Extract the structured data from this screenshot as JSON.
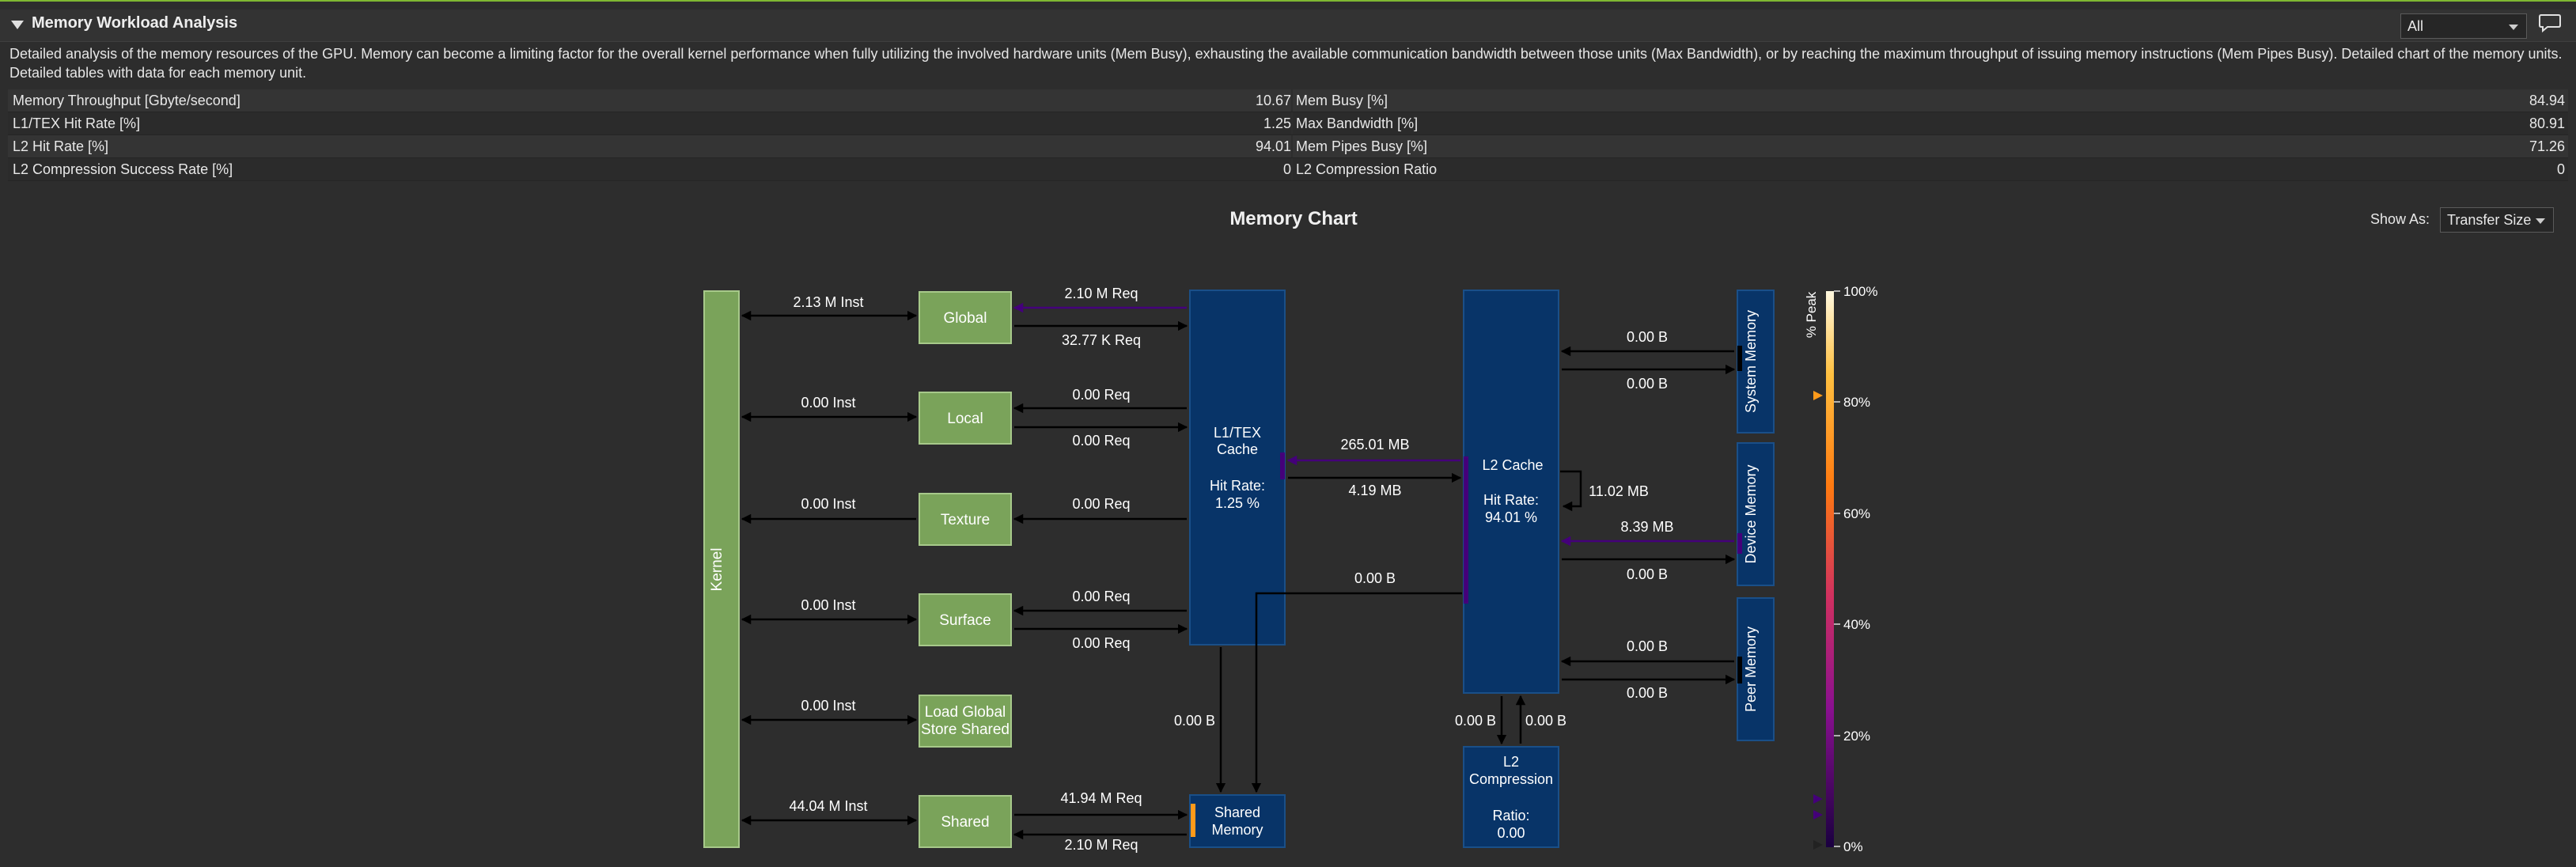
{
  "section": {
    "title": "Memory Workload Analysis",
    "filter_value": "All",
    "description": "Detailed analysis of the memory resources of the GPU. Memory can become a limiting factor for the overall kernel performance when fully utilizing the involved hardware units (Mem Busy), exhausting the available communication bandwidth between those units (Max Bandwidth), or by reaching the maximum throughput of issuing memory instructions (Mem Pipes Busy). Detailed chart of the memory units. Detailed tables with data for each memory unit."
  },
  "metrics": [
    {
      "name": "Memory Throughput [Gbyte/second]",
      "value": "10.67",
      "name2": "Mem Busy [%]",
      "value2": "84.94"
    },
    {
      "name": "L1/TEX Hit Rate [%]",
      "value": "1.25",
      "name2": "Max Bandwidth [%]",
      "value2": "80.91"
    },
    {
      "name": "L2 Hit Rate [%]",
      "value": "94.01",
      "name2": "Mem Pipes Busy [%]",
      "value2": "71.26"
    },
    {
      "name": "L2 Compression Success Rate [%]",
      "value": "0",
      "name2": "L2 Compression Ratio",
      "value2": "0"
    }
  ],
  "chart": {
    "title": "Memory Chart",
    "show_as_label": "Show As:",
    "show_as_value": "Transfer Size",
    "kernel_label": "Kernel",
    "units": {
      "global": "Global",
      "local": "Local",
      "texture": "Texture",
      "surface": "Surface",
      "lgss_line1": "Load Global",
      "lgss_line2": "Store Shared",
      "shared": "Shared",
      "l1_line1": "L1/TEX",
      "l1_line2": "Cache",
      "l1_hit_label": "Hit Rate:",
      "l1_hit_value": "1.25 %",
      "l2_title": "L2 Cache",
      "l2_hit_label": "Hit Rate:",
      "l2_hit_value": "94.01 %",
      "shmem_line1": "Shared",
      "shmem_line2": "Memory",
      "l2c_line1": "L2",
      "l2c_line2": "Compression",
      "l2c_ratio_label": "Ratio:",
      "l2c_ratio_value": "0.00",
      "system_memory": "System Memory",
      "device_memory": "Device Memory",
      "peer_memory": "Peer Memory"
    },
    "flows": {
      "global_inst": "2.13 M Inst",
      "local_inst": "0.00 Inst",
      "texture_inst": "0.00 Inst",
      "surface_inst": "0.00 Inst",
      "lgss_inst": "0.00 Inst",
      "shared_inst": "44.04 M Inst",
      "global_req_to_l1": "2.10 M Req",
      "global_req_from_l1": "32.77 K Req",
      "local_req_to_l1": "0.00 Req",
      "local_req_from_l1": "0.00 Req",
      "texture_req": "0.00 Req",
      "surface_req_to_l1": "0.00 Req",
      "surface_req_from_l1": "0.00 Req",
      "shared_req_in": "41.94 M Req",
      "shared_req_out": "2.10 M Req",
      "l2_to_l1": "265.01 MB",
      "l1_to_l2": "4.19 MB",
      "l2_to_shmem": "0.00 B",
      "l1_to_shmem": "0.00 B",
      "l2_self": "11.02 MB",
      "sys_in": "0.00 B",
      "sys_out": "0.00 B",
      "dev_in": "8.39 MB",
      "dev_out": "0.00 B",
      "peer_in": "0.00 B",
      "peer_out": "0.00 B",
      "l2c_up": "0.00 B",
      "l2c_down": "0.00 B"
    },
    "legend": {
      "axis_label": "% Peak",
      "ticks": [
        "100%",
        "80%",
        "60%",
        "40%",
        "20%",
        "0%"
      ]
    },
    "colors": {
      "accent_line": "#7fb832",
      "unit_green": "#7aa35a",
      "cache_blue": "#083468",
      "arrow_purple": "#44007a",
      "marker_orange": "#ff9a1a"
    }
  }
}
